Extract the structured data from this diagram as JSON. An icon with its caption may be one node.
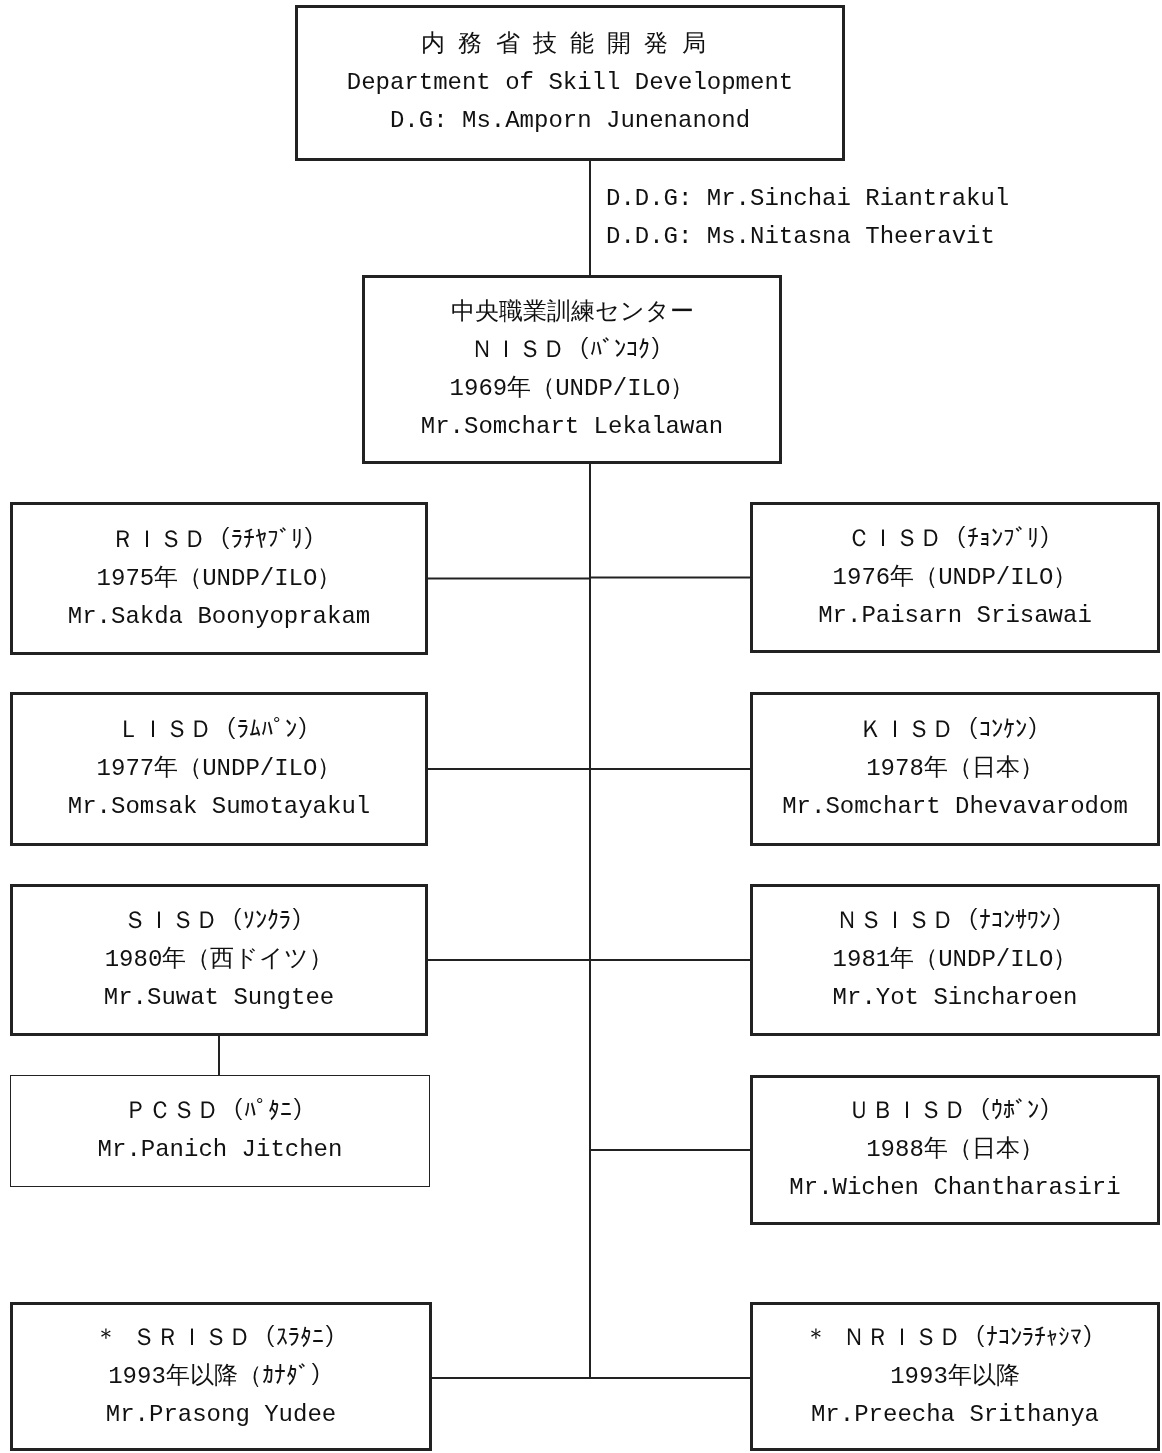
{
  "diagram": {
    "nodes": [
      {
        "text": [
          "内務省技能開発局",
          "Department of Skill Development",
          "D.G: Ms.Amporn Junenanond"
        ]
      },
      {
        "text": [
          "中央職業訓練センター",
          "ＮＩＳＤ（ﾊﾞﾝｺｸ）",
          "1969年（UNDP/ILO）",
          "Mr.Somchart Lekalawan"
        ]
      },
      {
        "text": [
          "ＲＩＳＤ（ﾗﾁﾔﾌﾞﾘ）",
          "1975年（UNDP/ILO）",
          "Mr.Sakda Boonyoprakam"
        ]
      },
      {
        "text": [
          "ＣＩＳＤ（ﾁｮﾝﾌﾞﾘ）",
          "1976年（UNDP/ILO）",
          "Mr.Paisarn Srisawai"
        ]
      },
      {
        "text": [
          "ＬＩＳＤ（ﾗﾑﾊﾟﾝ）",
          "1977年（UNDP/ILO）",
          "Mr.Somsak Sumotayakul"
        ]
      },
      {
        "text": [
          "ＫＩＳＤ（ｺﾝｹﾝ）",
          "1978年（日本）",
          "Mr.Somchart Dhevavarodom"
        ]
      },
      {
        "text": [
          "ＳＩＳＤ（ｿﾝｸﾗ）",
          "1980年（西ドイツ）",
          "Mr.Suwat Sungtee"
        ]
      },
      {
        "text": [
          "ＮＳＩＳＤ（ﾅｺﾝｻﾜﾝ）",
          "1981年（UNDP/ILO）",
          "Mr.Yot Sincharoen"
        ]
      },
      {
        "text": [
          "ＰＣＳＤ（ﾊﾟﾀﾆ）",
          "Mr.Panich Jitchen"
        ]
      },
      {
        "text": [
          "ＵＢＩＳＤ（ｳﾎﾞﾝ）",
          "1988年（日本）",
          "Mr.Wichen Chantharasiri"
        ]
      },
      {
        "text": [
          "＊ ＳＲＩＳＤ（ｽﾗﾀﾆ）",
          "1993年以降（ｶﾅﾀﾞ）",
          "Mr.Prasong Yudee"
        ]
      },
      {
        "text": [
          "＊ ＮＲＩＳＤ（ﾅｺﾝﾗﾁｬｼﾏ）",
          "1993年以降",
          "Mr.Preecha Srithanya"
        ]
      }
    ],
    "edges": [
      {
        "from": 0,
        "to": 1,
        "arrow": "none"
      },
      {
        "from": 1,
        "to": 2,
        "arrow": "none"
      },
      {
        "from": 1,
        "to": 3,
        "arrow": "none"
      },
      {
        "from": 1,
        "to": 4,
        "arrow": "none"
      },
      {
        "from": 1,
        "to": 5,
        "arrow": "none"
      },
      {
        "from": 1,
        "to": 6,
        "arrow": "none"
      },
      {
        "from": 1,
        "to": 7,
        "arrow": "none"
      },
      {
        "from": 6,
        "to": 8,
        "arrow": "none"
      },
      {
        "from": 1,
        "to": 9,
        "arrow": "none"
      },
      {
        "from": 1,
        "to": 10,
        "arrow": "none"
      },
      {
        "from": 1,
        "to": 11,
        "arrow": "none"
      }
    ],
    "labels": [
      "D.D.G: Mr.Sinchai Riantrakul",
      "D.D.G: Ms.Nitasna Theeravit"
    ]
  }
}
